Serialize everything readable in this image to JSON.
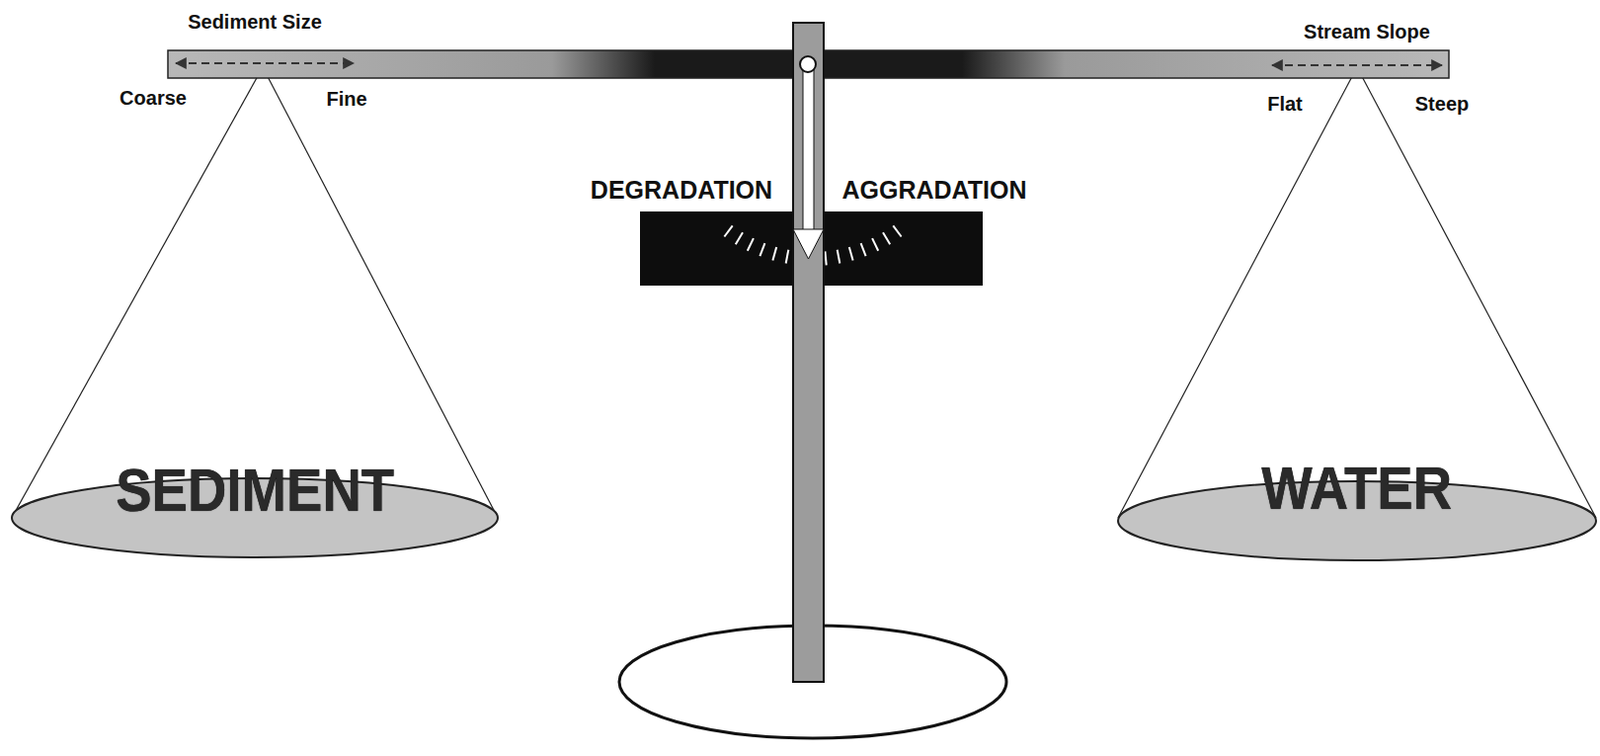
{
  "diagram": {
    "nodes": [
      {
        "text": [
          "SEDIMENT"
        ]
      },
      {
        "text": [
          "WATER"
        ]
      }
    ],
    "labels": [
      "Sediment Size",
      "Coarse",
      "Fine",
      "Stream Slope",
      "Flat",
      "Steep",
      "DEGRADATION",
      "AGGRADATION"
    ]
  }
}
